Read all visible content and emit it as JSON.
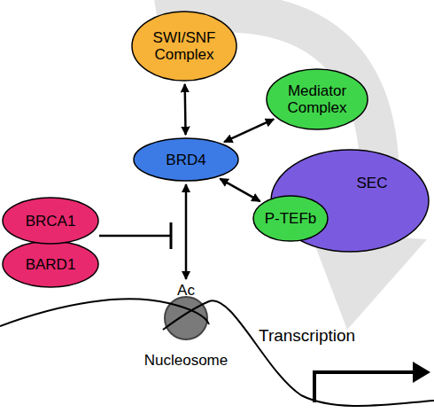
{
  "diagram": {
    "nodes": [
      {
        "text": [
          "SWI/SNF Complex"
        ]
      },
      {
        "text": [
          "Mediator Complex"
        ]
      },
      {
        "text": [
          "BRD4"
        ]
      },
      {
        "text": [
          "SEC"
        ]
      },
      {
        "text": [
          "P-TEFb"
        ]
      },
      {
        "text": [
          "BRCA1"
        ]
      },
      {
        "text": [
          "BARD1"
        ]
      },
      {
        "text": [
          "Ac",
          "Nucleosome"
        ]
      }
    ],
    "edges": [
      {
        "from": 0,
        "to": 2,
        "arrow": "both"
      },
      {
        "from": 2,
        "to": 1,
        "arrow": "both"
      },
      {
        "from": 2,
        "to": 4,
        "arrow": "both"
      },
      {
        "from": 2,
        "to": 7,
        "arrow": "both"
      }
    ],
    "labels": [
      "Transcription"
    ]
  }
}
